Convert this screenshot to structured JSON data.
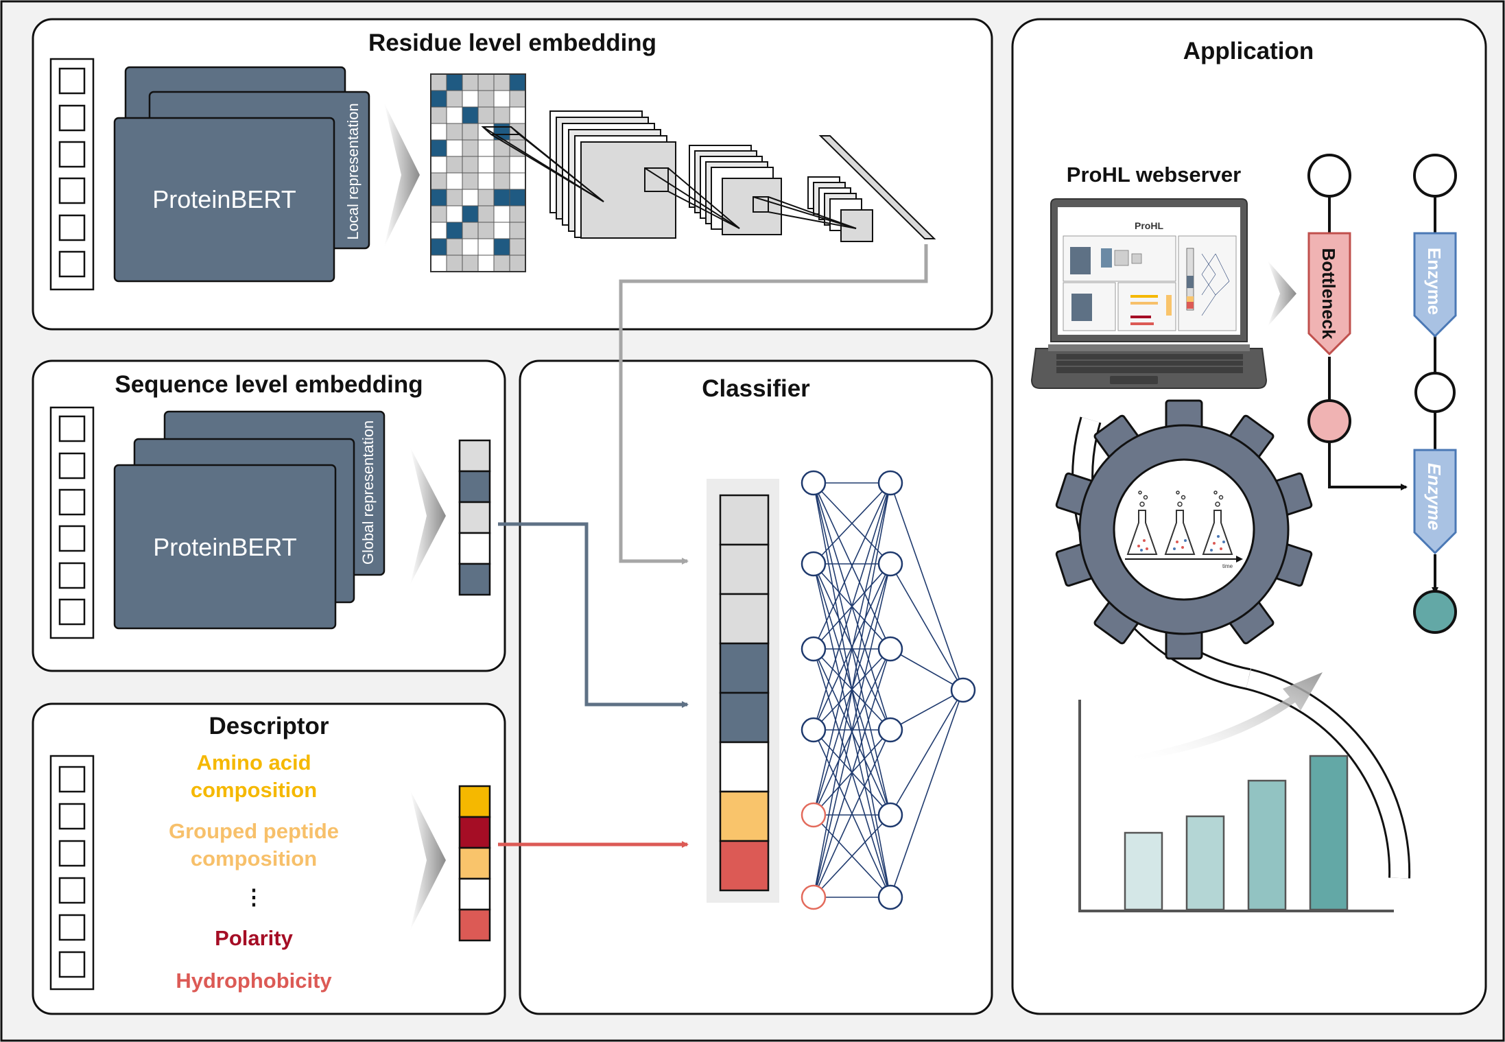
{
  "panels": {
    "residue": {
      "title": "Residue level embedding",
      "model": "ProteinBERT",
      "representation": "Local representation"
    },
    "sequence": {
      "title": "Sequence level embedding",
      "model": "ProteinBERT",
      "representation": "Global representation"
    },
    "descriptor": {
      "title": "Descriptor",
      "items": [
        {
          "line1": "Amino acid",
          "line2": "composition",
          "color": "#f5b800"
        },
        {
          "line1": "Grouped peptide",
          "line2": "composition",
          "color": "#f7c06a"
        },
        {
          "line1": "⋮",
          "line2": "",
          "color": "#111111"
        },
        {
          "line1": "Polarity",
          "line2": "",
          "color": "#a50d25"
        },
        {
          "line1": "Hydrophobicity",
          "line2": "",
          "color": "#dc5a55"
        }
      ]
    },
    "classifier": {
      "title": "Classifier"
    },
    "application": {
      "title": "Application",
      "webserver_label": "ProHL webserver",
      "screen_title": "ProHL",
      "bottleneck_label": "Bottleneck",
      "enzyme_label_1": "Enzyme",
      "enzyme_label_2": "Enzyme",
      "time_label": "time"
    }
  },
  "colors": {
    "bert": "#5e7185",
    "light_gray": "#dcdcdc",
    "slate": "#5e7185",
    "yellow_orange": "#f9c46b",
    "red": "#dc5a55",
    "dark_red": "#a50d25",
    "gold": "#f5b800",
    "teal": "#63a8a6",
    "pink": "#f0b3b3",
    "light_blue": "#a9c2e3",
    "net_blue": "#1f3a6e"
  },
  "classifier_vector": [
    "light_gray",
    "light_gray",
    "light_gray",
    "slate",
    "slate",
    "white",
    "yellow_orange",
    "red"
  ],
  "sequence_vector": [
    "light_gray",
    "slate",
    "light_gray",
    "white",
    "slate"
  ],
  "descriptor_vector": [
    "gold",
    "dark_red",
    "yellow_orange",
    "white",
    "red"
  ],
  "growth_bars": [
    0.28,
    0.34,
    0.47,
    0.56
  ]
}
